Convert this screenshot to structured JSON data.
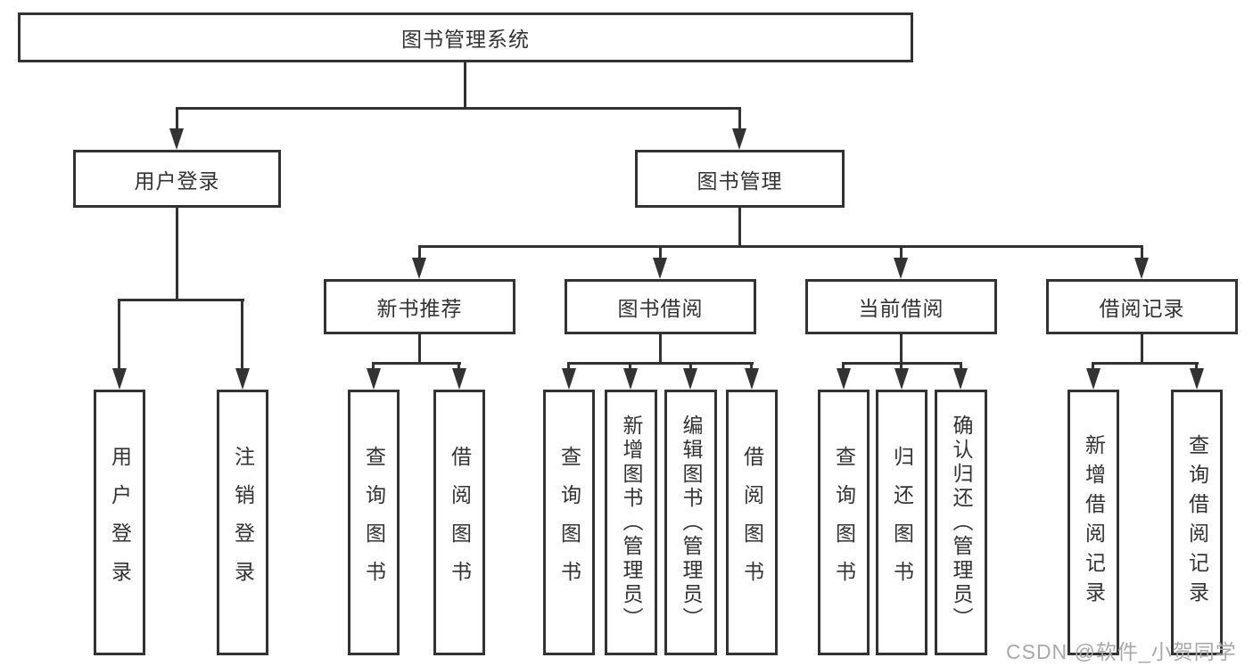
{
  "diagram": {
    "root": {
      "label": "图书管理系统"
    },
    "level2": [
      {
        "label": "用户登录"
      },
      {
        "label": "图书管理"
      }
    ],
    "level3": [
      {
        "label": "新书推荐"
      },
      {
        "label": "图书借阅"
      },
      {
        "label": "当前借阅"
      },
      {
        "label": "借阅记录"
      }
    ],
    "leaves": {
      "user_login": [
        "用户登录",
        "注销登录"
      ],
      "new_book": [
        "查询图书",
        "借阅图书"
      ],
      "book_borrow": [
        "查询图书",
        "新增图书（管理员）",
        "编辑图书（管理员）",
        "借阅图书"
      ],
      "current_borrow": [
        "查询图书",
        "归还图书",
        "确认归还（管理员）"
      ],
      "borrow_records": [
        "新增借阅记录",
        "查询借阅记录"
      ]
    }
  },
  "watermark": {
    "text": "CSDN @软件_小贺同学"
  },
  "colors": {
    "line": "#333333",
    "background": "#ffffff",
    "watermark": "#a9a9a9"
  }
}
